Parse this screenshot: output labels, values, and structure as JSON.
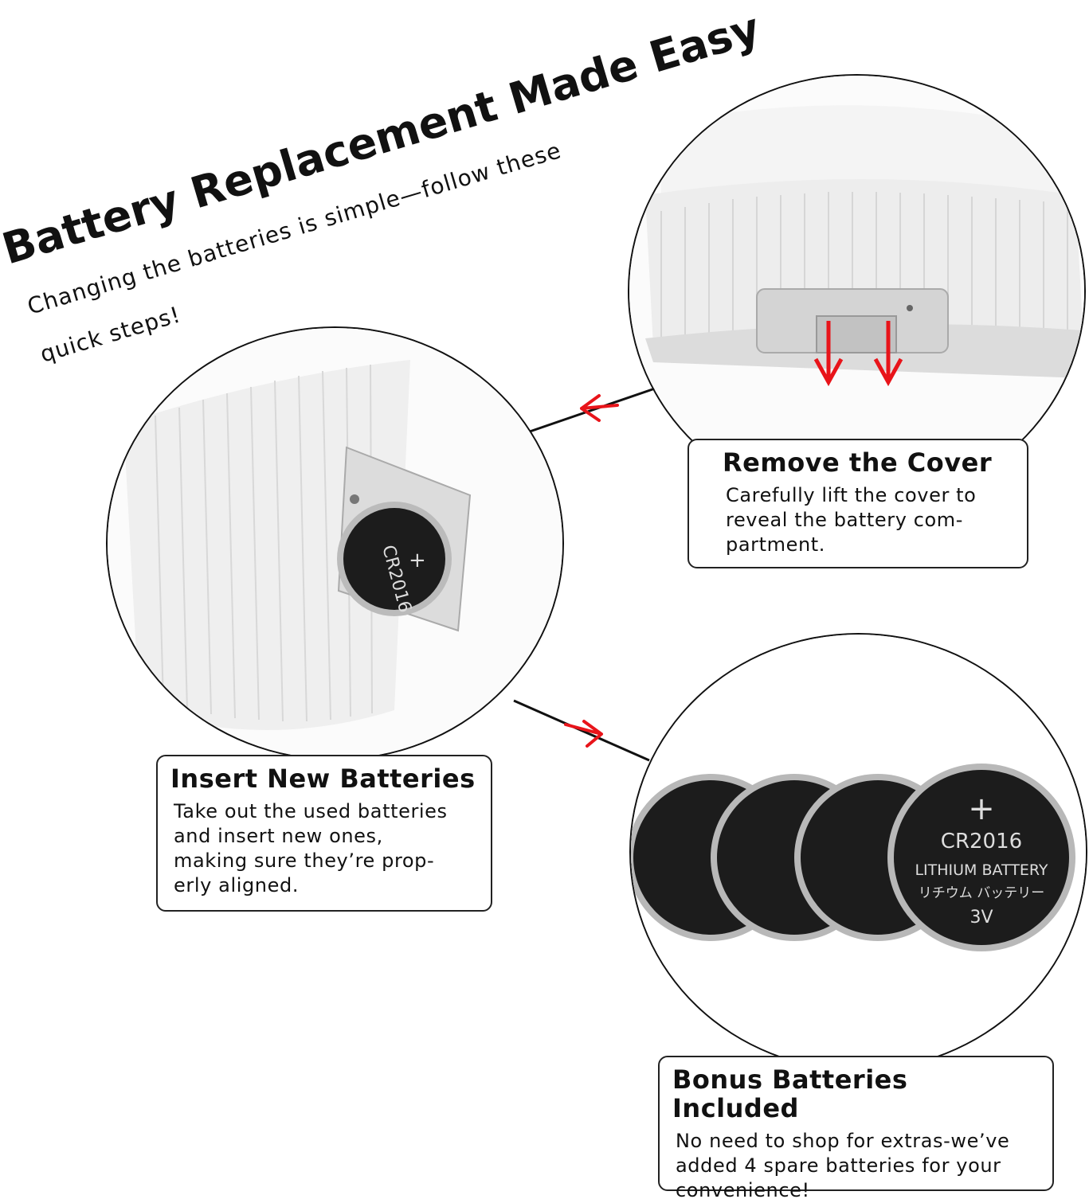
{
  "header": {
    "title": "Battery Replacement Made Easy",
    "subtitle_line1": "Changing the batteries is simple—follow these",
    "subtitle_line2": "quick steps!"
  },
  "steps": [
    {
      "title": "Remove the Cover",
      "description": "Carefully lift the cover to reveal the battery com- partment.",
      "lines": [
        "Carefully lift the cover to",
        "reveal the battery com-",
        "partment."
      ]
    },
    {
      "title": "Insert New Batteries",
      "lines": [
        "Take out the used batteries",
        "and insert new ones,",
        "making sure they’re prop-",
        "erly aligned."
      ]
    },
    {
      "title": "Bonus Batteries Included",
      "lines": [
        "No need to shop for extras-we’ve",
        "added 4 spare batteries for your",
        "convenience!"
      ]
    }
  ],
  "battery_label": {
    "model": "CR2016",
    "type": "LITHIUM BATTERY",
    "japanese": "リチウム バッテリー",
    "voltage": "3V",
    "plus": "+"
  },
  "colors": {
    "arrow_red": "#e8141a",
    "fabric_white": "#f2f2f2",
    "fabric_shadow": "#d9d9d9",
    "battery_dark": "#1c1c1c",
    "battery_rim": "#b8b8b8",
    "outline": "#111111"
  }
}
